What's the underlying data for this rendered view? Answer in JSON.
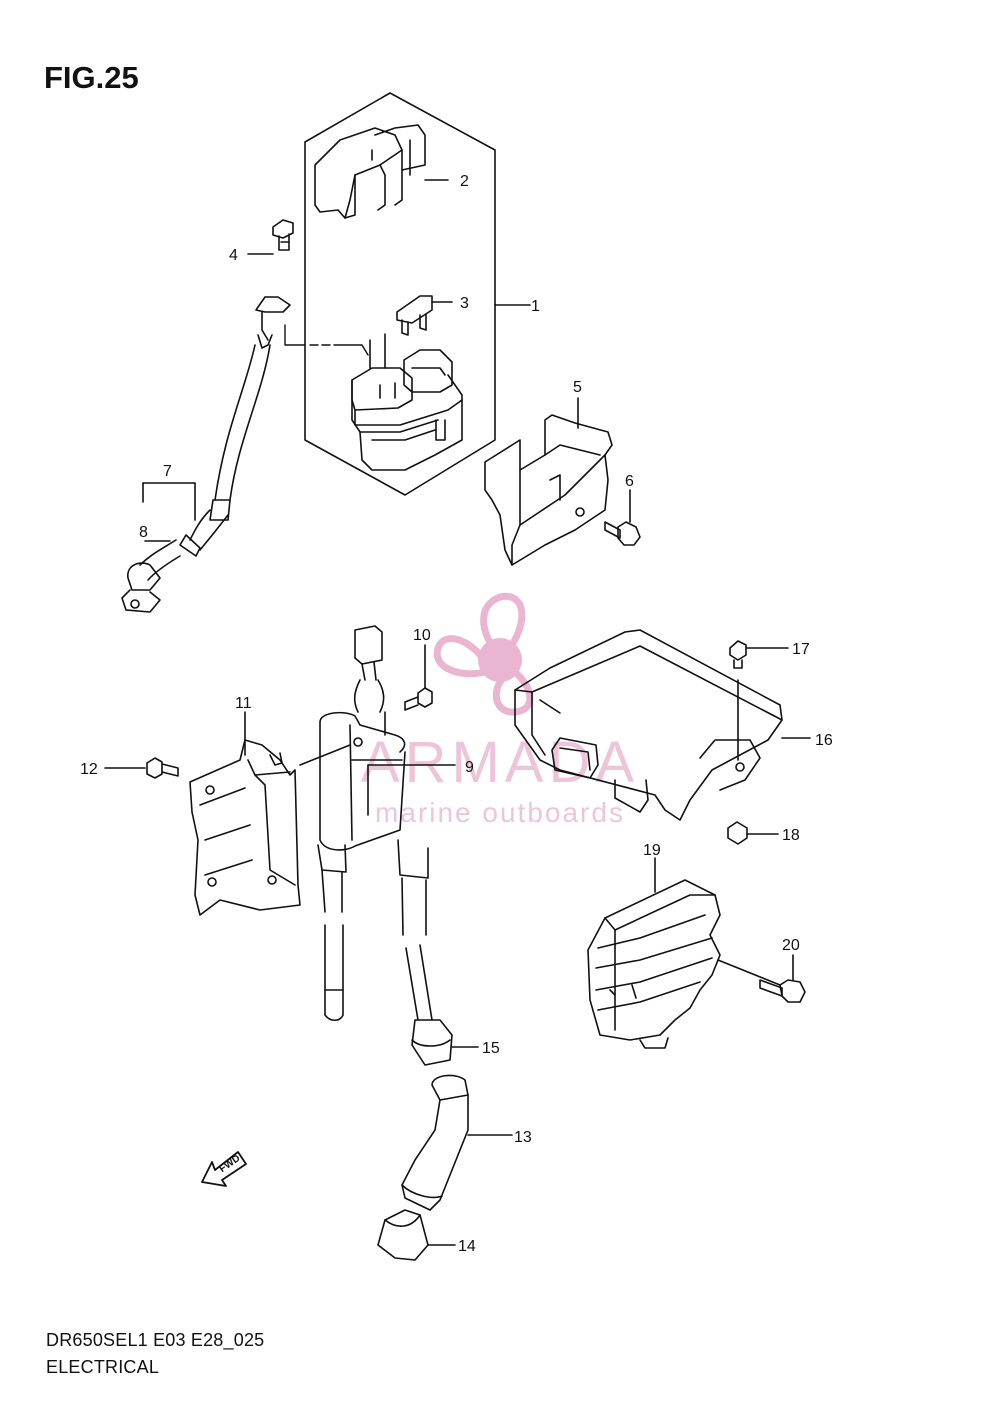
{
  "figure": {
    "title": "FIG.25"
  },
  "footer": {
    "model_code": "DR650SEL1 E03 E28_025",
    "section": "ELECTRICAL"
  },
  "fwd_label": "FWD",
  "watermark": {
    "brand": "ARMADA",
    "tagline": "marine outboards",
    "color": "#e6a9c9"
  },
  "callouts": [
    "1",
    "2",
    "3",
    "4",
    "5",
    "6",
    "7",
    "8",
    "9",
    "10",
    "11",
    "12",
    "13",
    "14",
    "15",
    "16",
    "17",
    "18",
    "19",
    "20"
  ]
}
